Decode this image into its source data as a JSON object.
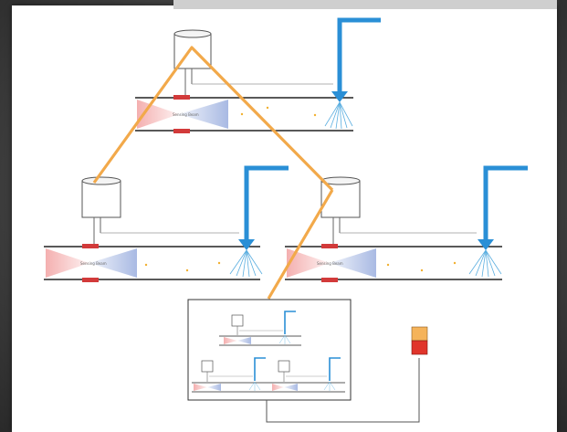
{
  "diagram": {
    "sensor_labels": {
      "top": "Sensing Beam",
      "left": "Sensing Beam",
      "right": "Sensing Beam"
    },
    "colors": {
      "water_pipe": "#2a8fd6",
      "link_line": "#f2a94a",
      "sensor_clamp": "#d23a3a",
      "beam_red": "#f0a0a0",
      "beam_blue": "#a8b8e0",
      "flow_dot": "#f2b030",
      "indicator_top": "#f5b35a",
      "indicator_bottom": "#e0352b"
    },
    "icons": [
      "tank-icon",
      "water-pipe-icon",
      "spray-nozzle-icon",
      "sensor-clamp-icon",
      "indicator-light-icon"
    ]
  }
}
